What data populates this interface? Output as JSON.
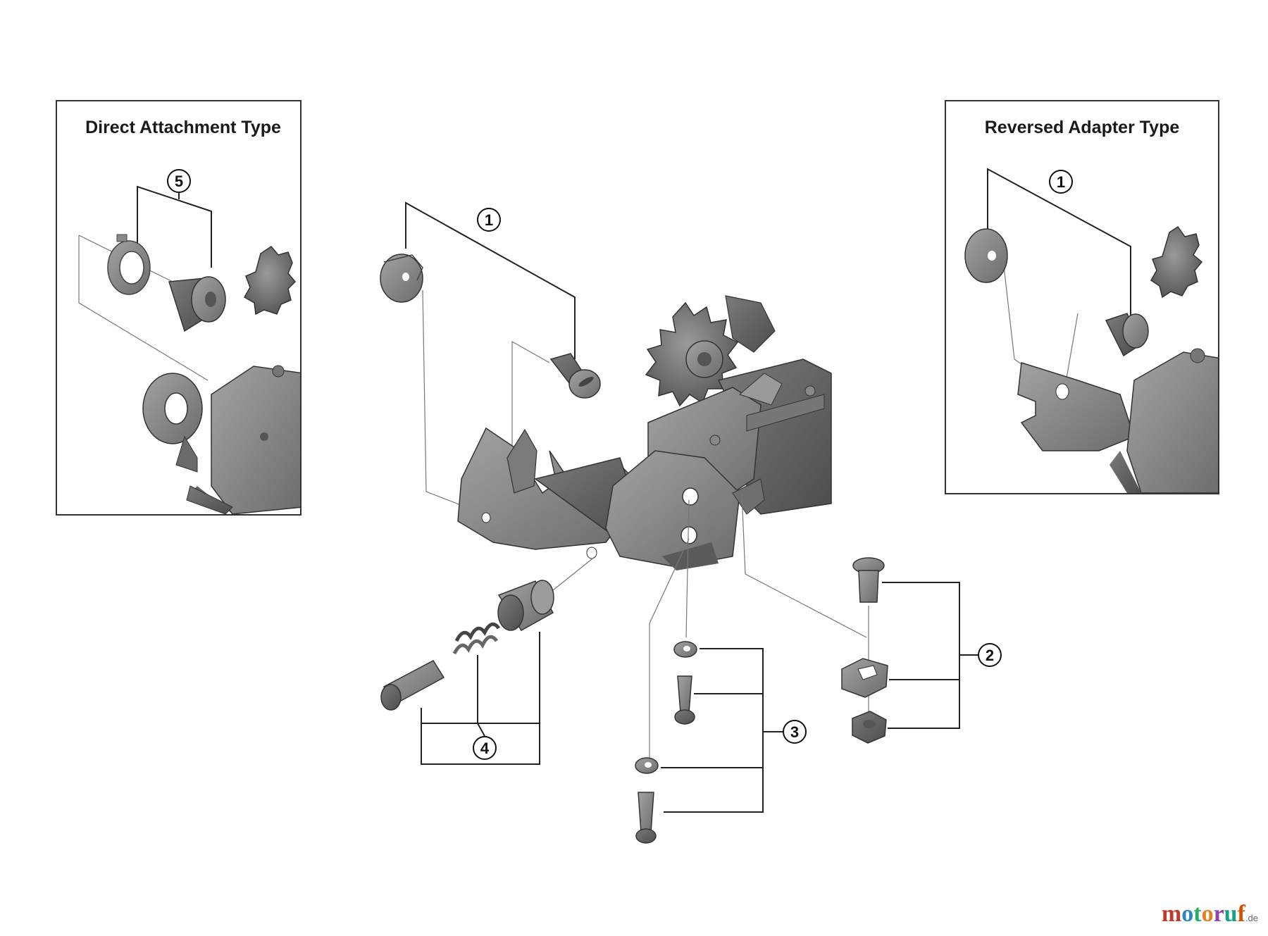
{
  "insets": {
    "left_title": "Direct Attachment Type",
    "right_title": "Reversed Adapter Type"
  },
  "callouts": {
    "c1_main": "1",
    "c1_right": "1",
    "c2": "2",
    "c3": "3",
    "c4": "4",
    "c5": "5"
  },
  "watermark": {
    "letters": [
      "m",
      "o",
      "t",
      "o",
      "r",
      "u",
      "f"
    ],
    "suffix": ".de",
    "colors": [
      "#c0392b",
      "#2e86c1",
      "#27ae60",
      "#e67e22",
      "#8e44ad",
      "#16a085",
      "#d35400"
    ]
  },
  "colors": {
    "part_gray": "#8a8a8a",
    "part_dark": "#5e5e5e",
    "line": "#222222"
  }
}
